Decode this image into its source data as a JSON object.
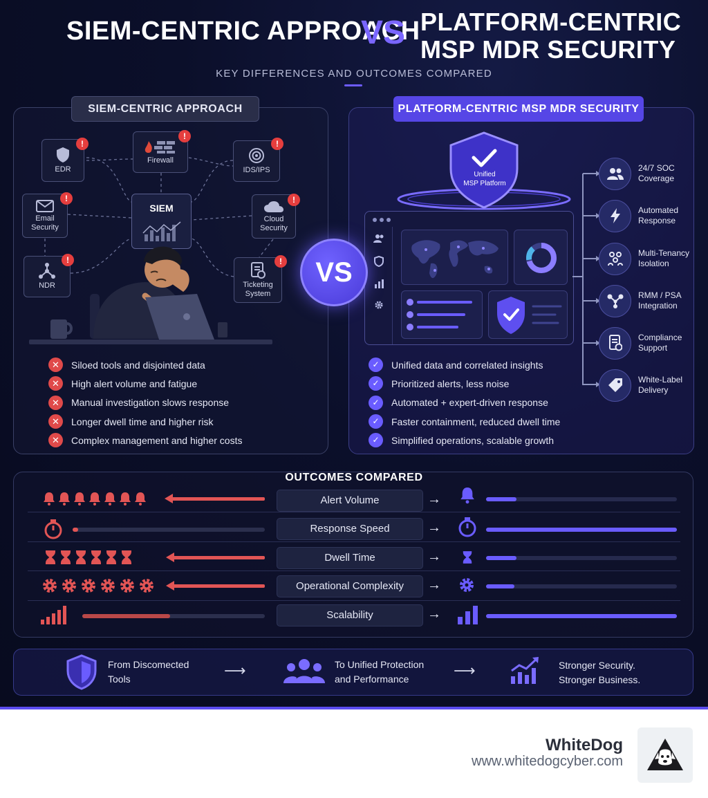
{
  "header": {
    "title_left": "SIEM-CENTRIC APPROACH",
    "vs": "VS",
    "title_right_line1": "PLATFORM-CENTRIC",
    "title_right_line2": "MSP MDR SECURITY",
    "subtitle": "KEY DIFFERENCES AND OUTCOMES COMPARED"
  },
  "left_panel": {
    "title": "SIEM-CENTRIC APPROACH",
    "hub": "SIEM",
    "tools": [
      {
        "label": "EDR",
        "icon": "shield-icon"
      },
      {
        "label": "Firewall",
        "icon": "firewall-icon"
      },
      {
        "label": "IDS/IPS",
        "icon": "radar-icon"
      },
      {
        "label": "Email Security",
        "icon": "envelope-icon"
      },
      {
        "label": "Cloud Security",
        "icon": "cloud-icon"
      },
      {
        "label": "NDR",
        "icon": "network-icon"
      },
      {
        "label": "Ticketing System",
        "icon": "ticket-icon"
      }
    ],
    "alert_mark": "!",
    "bullets": [
      "Siloed tools and disjointed data",
      "High alert volume and fatigue",
      "Manual investigation slows response",
      "Longer dwell time and higher risk",
      "Complex management and higher costs"
    ],
    "bullet_mark": "✕"
  },
  "center_vs": "VS",
  "right_panel": {
    "title": "PLATFORM-CENTRIC MSP MDR SECURITY",
    "shield_line1": "Unified",
    "shield_line2": "MSP Platform",
    "capabilities": [
      {
        "line1": "24/7 SOC",
        "line2": "Coverage",
        "icon": "people-icon"
      },
      {
        "line1": "Automated",
        "line2": "Response",
        "icon": "lightning-icon"
      },
      {
        "line1": "Multi-Tenancy",
        "line2": "Isolation",
        "icon": "tenants-icon"
      },
      {
        "line1": "RMM / PSA",
        "line2": "Integration",
        "icon": "integration-icon"
      },
      {
        "line1": "Compliance",
        "line2": "Support",
        "icon": "document-icon"
      },
      {
        "line1": "White-Label",
        "line2": "Delivery",
        "icon": "tag-icon"
      }
    ],
    "bullets": [
      "Unified data and correlated insights",
      "Prioritized alerts, less noise",
      "Automated + expert-driven response",
      "Faster containment, reduced dwell time",
      "Simplified operations, scalable growth"
    ],
    "bullet_mark": "✓"
  },
  "outcomes": {
    "title": "OUTCOMES COMPARED",
    "rows": [
      {
        "metric": "Alert Volume",
        "left_icon": "bell-icon",
        "left_count": 7,
        "left_level": 0.95,
        "right_icon": "bell-icon",
        "right_level": 0.16
      },
      {
        "metric": "Response Speed",
        "left_icon": "stopwatch-icon",
        "left_count": 1,
        "left_level": 0.03,
        "right_icon": "stopwatch-icon",
        "right_level": 1.0
      },
      {
        "metric": "Dwell Time",
        "left_icon": "hourglass-icon",
        "left_count": 6,
        "left_level": 0.95,
        "right_icon": "hourglass-icon",
        "right_level": 0.16
      },
      {
        "metric": "Operational Complexity",
        "left_icon": "gear-icon",
        "left_count": 6,
        "left_level": 0.95,
        "right_icon": "gear-icon",
        "right_level": 0.15
      },
      {
        "metric": "Scalability",
        "left_icon": "bar-chart-icon",
        "left_count": 1,
        "left_level": 0.48,
        "right_icon": "bar-chart-icon",
        "right_level": 1.0
      }
    ],
    "arrow": "→"
  },
  "flow": {
    "step1_line1": "From Discomected",
    "step1_line2": "Tools",
    "step2_line1": "To Unified Protection",
    "step2_line2": "and Performance",
    "step3_line1": "Stronger Security.",
    "step3_line2": "Stronger Business.",
    "arrow": "⟶"
  },
  "brand": {
    "name": "WhiteDog",
    "url": "www.whitedogcyber.com"
  },
  "colors": {
    "accent": "#6a5cff",
    "danger": "#e25555",
    "background": "#0b0f2a"
  }
}
